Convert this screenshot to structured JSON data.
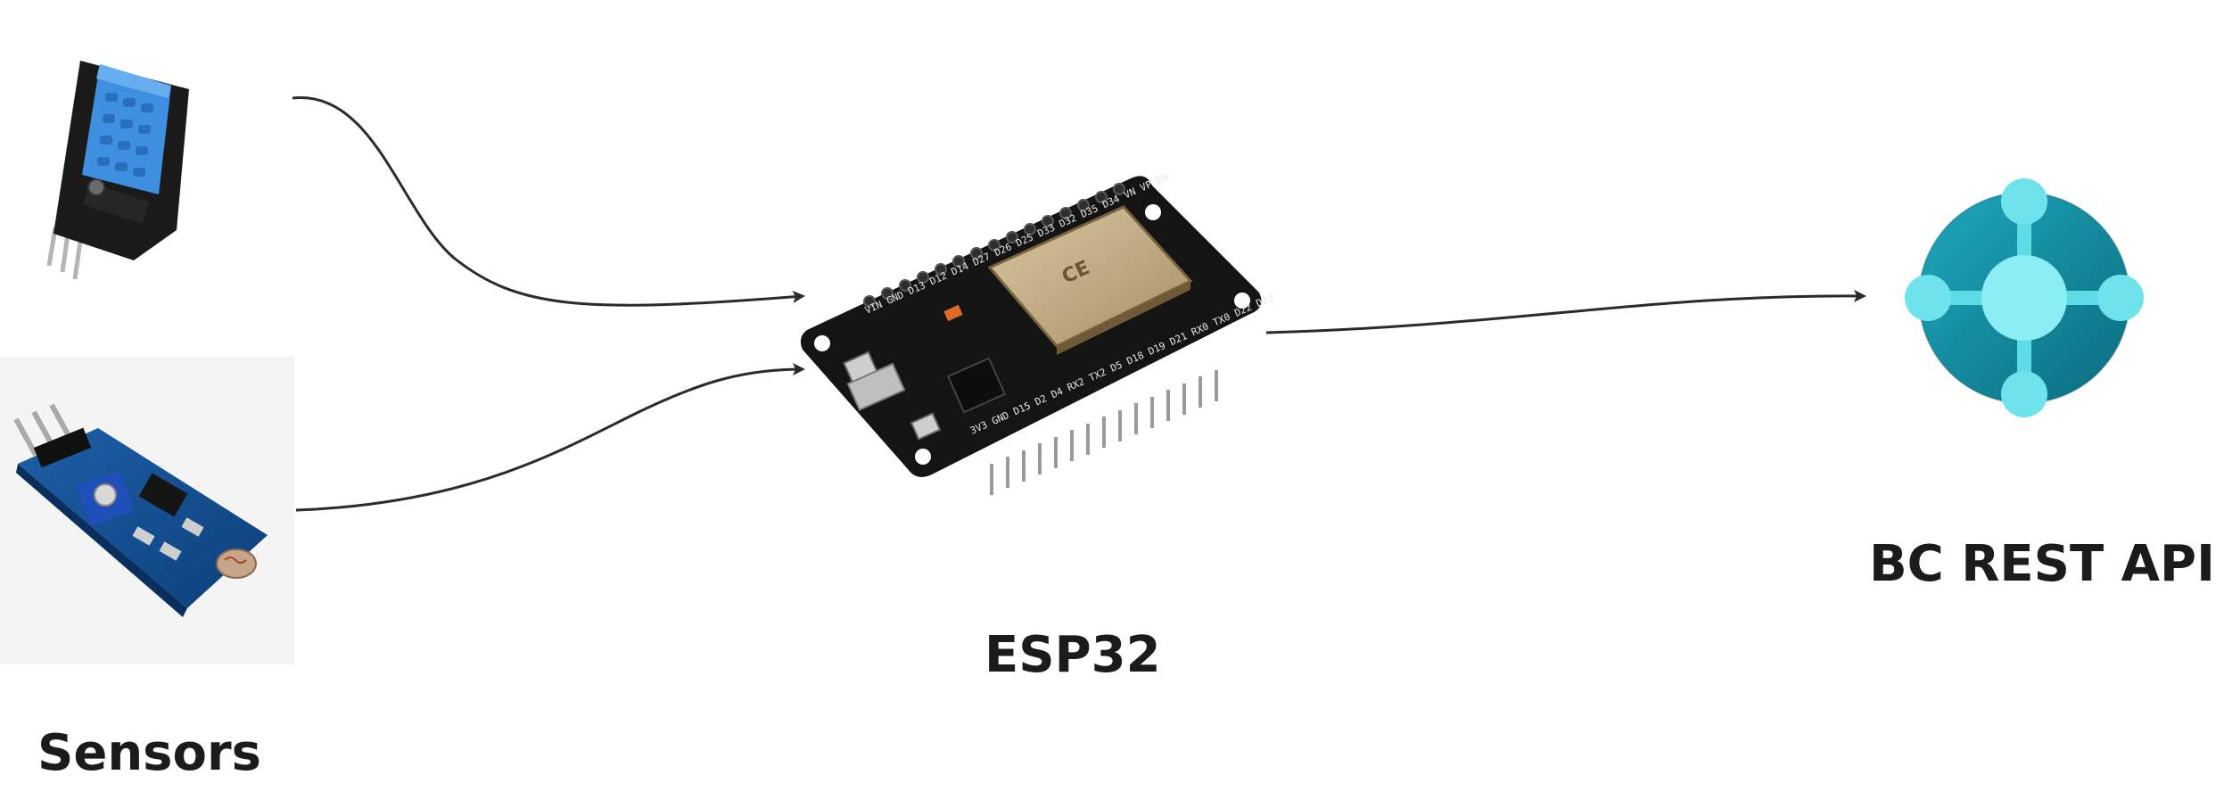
{
  "labels": {
    "sensors": "Sensors",
    "esp32": "ESP32",
    "bc_rest_api": "BC REST API"
  },
  "esp32_board": {
    "top_pins": "VIN GND D13 D12 D14 D27 D26 D25 D33 D32 D35 D34 VN VP EN",
    "bottom_pins": "3V3 GND D15 D2 D4 RX2 TX2 D5 D18 D19 D21 RX0 TX0 D22 D23"
  },
  "colors": {
    "arrow": "#2b2b2b",
    "label_text": "#1b1b1b",
    "dht_blue": "#3f8fe0",
    "board_black": "#141414",
    "module_silver": "#c9b48a",
    "bc_teal_dark": "#0f7b8f",
    "bc_teal_light": "#2ec8d8"
  },
  "icons": [
    "dht11-sensor-icon",
    "ldr-light-sensor-icon",
    "esp32-board-icon",
    "business-central-icon"
  ]
}
